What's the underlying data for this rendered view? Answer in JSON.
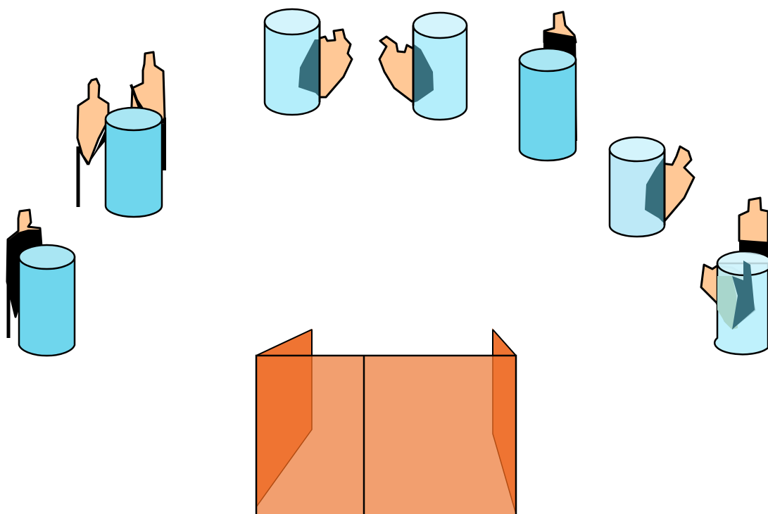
{
  "scene": {
    "colors": {
      "background": "#ffffff",
      "outline": "#000000",
      "target_skin": "#ffc896",
      "target_back": "#000000",
      "cylinder_light_fill": "#b4eefb",
      "cylinder_light_top": "#d4f4fc",
      "cylinder_mid_fill": "#bde9f7",
      "cylinder_solid_fill": "#6fd6ed",
      "cylinder_solid_top": "#a9e6f3",
      "shadow_overlap": "#376f7d",
      "shadow_overlap_light": "#a8d6cc",
      "booth_panel": "#ef7432",
      "booth_floor": "#f29f6f",
      "booth_edge": "#b24c12"
    },
    "elements": [
      {
        "name": "target-pair-far-left"
      },
      {
        "name": "target-near-left"
      },
      {
        "name": "target-front-left-transparent"
      },
      {
        "name": "target-front-right-transparent"
      },
      {
        "name": "target-right-behind-cylinder"
      },
      {
        "name": "target-right-transparent"
      },
      {
        "name": "target-near-right"
      },
      {
        "name": "shooting-booth"
      }
    ]
  }
}
